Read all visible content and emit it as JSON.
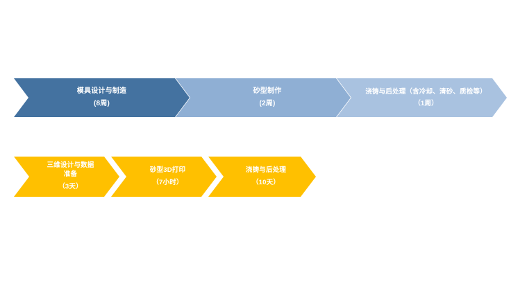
{
  "diagram": {
    "type": "two-row-chevron-process-flow",
    "background_color": "#ffffff",
    "rows": [
      {
        "id": "top-row",
        "name": "traditional-casting-process",
        "steps": [
          {
            "name": "mold-design-and-manufacture",
            "title": "模具设计与制造",
            "duration": "(8周)",
            "color": "#4472a0"
          },
          {
            "name": "sand-mold-making",
            "title": "砂型制作",
            "duration": "(2周)",
            "color": "#8fafd4"
          },
          {
            "name": "casting-and-post-processing",
            "title": "浇铸与后处理（含冷却、清砂、质检等）",
            "duration": "（1周）",
            "color": "#a9c2e0"
          }
        ]
      },
      {
        "id": "bottom-row",
        "name": "3d-printing-casting-process",
        "steps": [
          {
            "name": "3d-design-and-data-preparation",
            "title": "三维设计与数据\n准备",
            "duration": "（3天）",
            "color": "#ffc000"
          },
          {
            "name": "sand-mold-3d-printing",
            "title": "砂型3D打印",
            "duration": "（7小时）",
            "color": "#ffc000"
          },
          {
            "name": "casting-and-post-processing-fast",
            "title": "浇铸与后处理",
            "duration": "（10天）",
            "color": "#ffc000"
          }
        ]
      }
    ]
  }
}
